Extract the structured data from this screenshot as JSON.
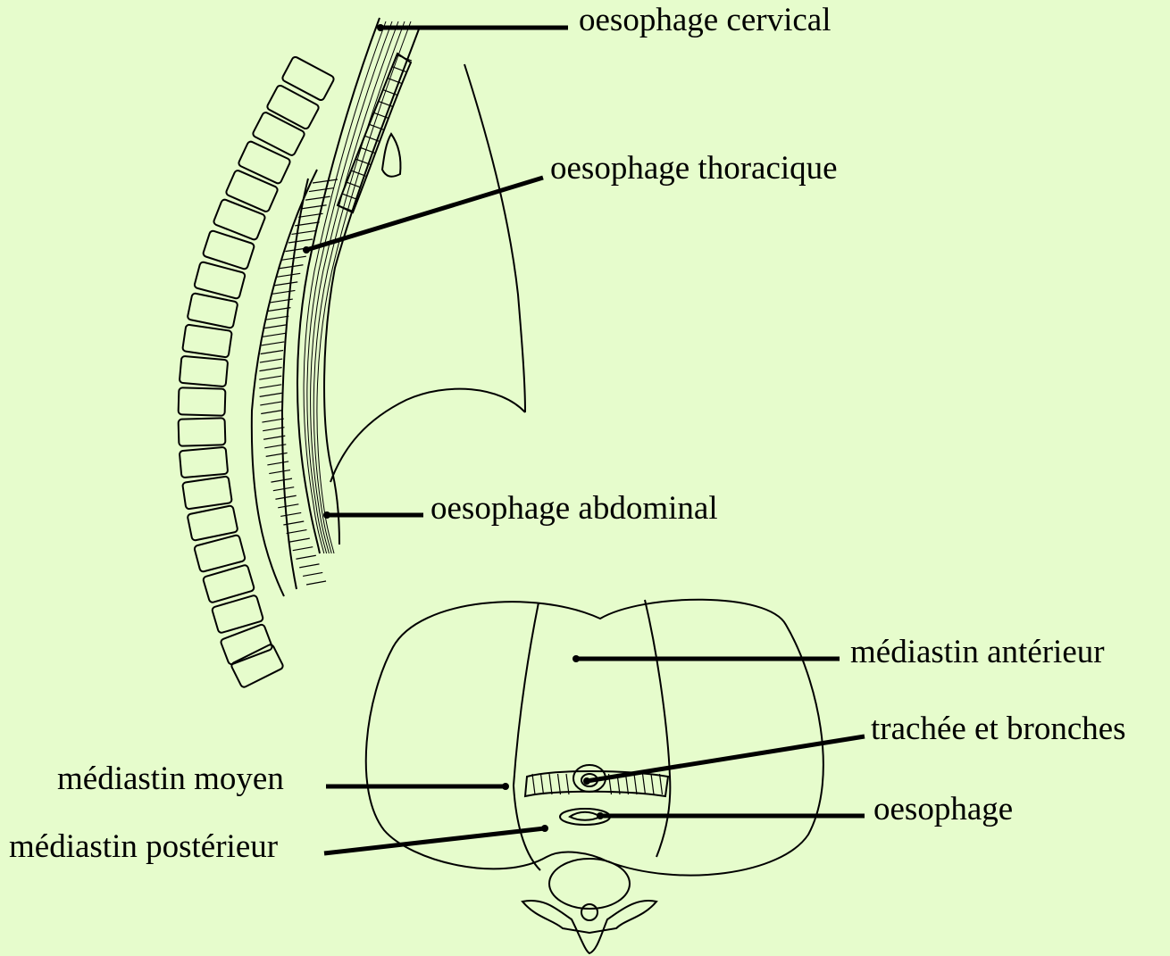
{
  "background": "#e6fccc",
  "line_color": "#000000",
  "figures": [
    {
      "name": "sagittal-view",
      "labels": {
        "cervical": "oesophage cervical",
        "thoracic": "oesophage thoracique",
        "abdominal": "oesophage abdominal"
      }
    },
    {
      "name": "transverse-section",
      "labels": {
        "anterior": "médiastin antérieur",
        "trachea": "trachée et bronches",
        "middle": "médiastin moyen",
        "oesophagus": "oesophage",
        "posterior": "médiastin postérieur"
      }
    }
  ]
}
